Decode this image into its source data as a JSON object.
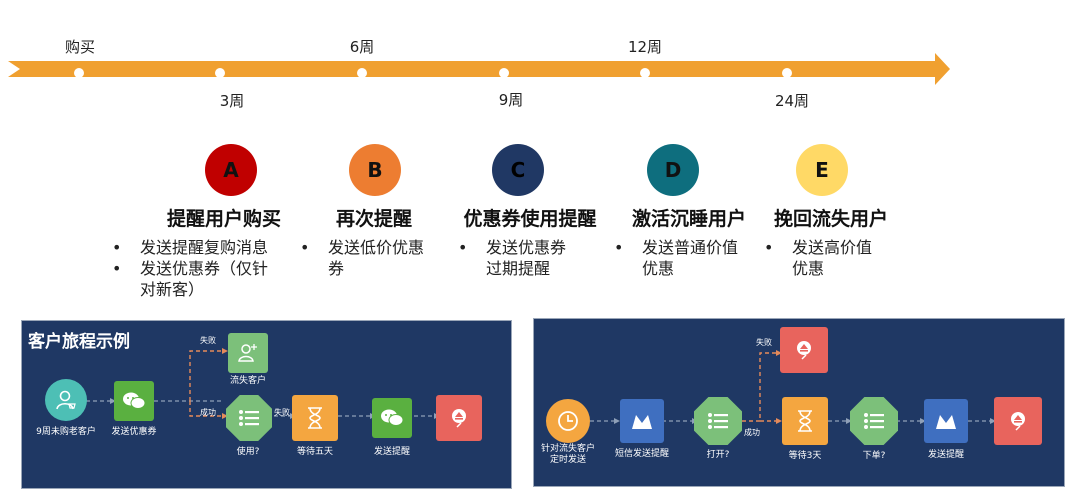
{
  "timeline": {
    "top_labels": [
      "购买",
      "6周",
      "12周"
    ],
    "bottom_labels": [
      "3周",
      "9周",
      "24周"
    ]
  },
  "stages": [
    {
      "letter": "A",
      "color": "#c00000",
      "title": "提醒用户购买",
      "bullets": [
        "发送提醒复购消息",
        "发送优惠券（仅针",
        "对新客）"
      ]
    },
    {
      "letter": "B",
      "color": "#ed7d31",
      "title": "再次提醒",
      "bullets": [
        "发送低价优惠",
        "券"
      ]
    },
    {
      "letter": "C",
      "color": "#203864",
      "title": "优惠券使用提醒",
      "bullets": [
        "发送优惠券",
        "过期提醒"
      ]
    },
    {
      "letter": "D",
      "color": "#0e6e7e",
      "title": "激活沉睡用户",
      "bullets": [
        "发送普通价值",
        "优惠"
      ]
    },
    {
      "letter": "E",
      "color": "#ffd966",
      "title": "挽回流失用户",
      "bullets": [
        "发送高价值",
        "优惠"
      ]
    }
  ],
  "panel_left": {
    "title": "客户旅程示例",
    "nodes": {
      "customer": "9周未购老客户",
      "coupon": "发送优惠券",
      "lost": "流失客户",
      "used": "使用?",
      "wait": "等待五天",
      "remind": "发送提醒"
    },
    "edges": {
      "fail": "失败",
      "success": "成功",
      "fail2": "失败"
    }
  },
  "panel_right": {
    "nodes": {
      "trigger": "针对流失客户\n定时发送",
      "sms": "短信发送提醒",
      "open": "打开?",
      "wait": "等待3天",
      "order": "下单?",
      "remind": "发送提醒"
    },
    "edges": {
      "fail": "失败",
      "success": "成功"
    }
  },
  "colors": {
    "timeline": "#f0a030",
    "panel_bg": "#1f3864",
    "teal": "#4dbfb5",
    "green": "#5ab040",
    "light_green": "#7cc07a",
    "orange": "#f4a640",
    "red": "#e8645d",
    "blue": "#3f6fc0"
  }
}
